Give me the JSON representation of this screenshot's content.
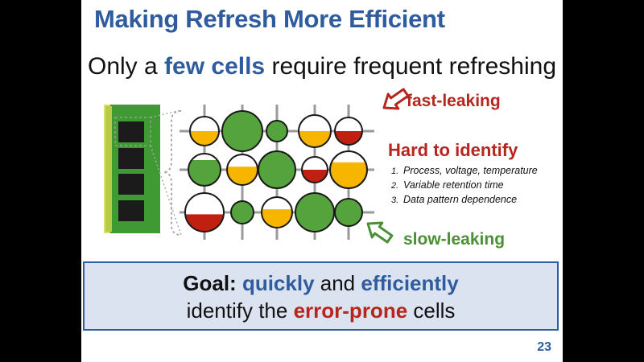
{
  "slide": {
    "title": "Making Refresh More Efficient",
    "subtitle": {
      "before": "Only a ",
      "highlight": "few cells",
      "after": " require frequent refreshing"
    },
    "labels": {
      "fast": "fast-leaking",
      "slow": "slow-leaking"
    },
    "hard": {
      "title": "Hard to identify",
      "items": [
        {
          "num": "1.",
          "text": "Process, voltage, temperature"
        },
        {
          "num": "2.",
          "text": "Variable retention time"
        },
        {
          "num": "3.",
          "text": "Data pattern dependence"
        }
      ]
    },
    "goal": {
      "lead": "Goal:",
      "w1": "quickly",
      "and": " and ",
      "w2": "efficiently",
      "line2_before": "identify the ",
      "w3": "error-prone",
      "line2_after": " cells"
    },
    "page_number": "23"
  },
  "colors": {
    "accent_blue": "#2e5c9e",
    "accent_red": "#b5261e",
    "green_cell": "#55a33c",
    "yellow_cell": "#f7b500",
    "red_cell": "#c0200f",
    "goal_bg": "#dbe3f1"
  },
  "icons": [
    "dram-module-icon",
    "brace-icon",
    "arrow-fast-icon",
    "arrow-slow-icon"
  ],
  "cells": [
    {
      "color": "yellow",
      "fill": 0.5
    },
    {
      "color": "green",
      "fill": 1.0
    },
    {
      "color": "green",
      "fill": 1.0
    },
    {
      "color": "yellow",
      "fill": 0.5
    },
    {
      "color": "red",
      "fill": 0.5
    },
    {
      "color": "green",
      "fill": 0.8
    },
    {
      "color": "yellow",
      "fill": 0.6
    },
    {
      "color": "green",
      "fill": 1.0
    },
    {
      "color": "red",
      "fill": 0.5
    },
    {
      "color": "yellow",
      "fill": 0.7
    },
    {
      "color": "red",
      "fill": 0.45
    },
    {
      "color": "green",
      "fill": 1.0
    },
    {
      "color": "yellow",
      "fill": 0.6
    },
    {
      "color": "green",
      "fill": 1.0
    },
    {
      "color": "green",
      "fill": 1.0
    }
  ]
}
